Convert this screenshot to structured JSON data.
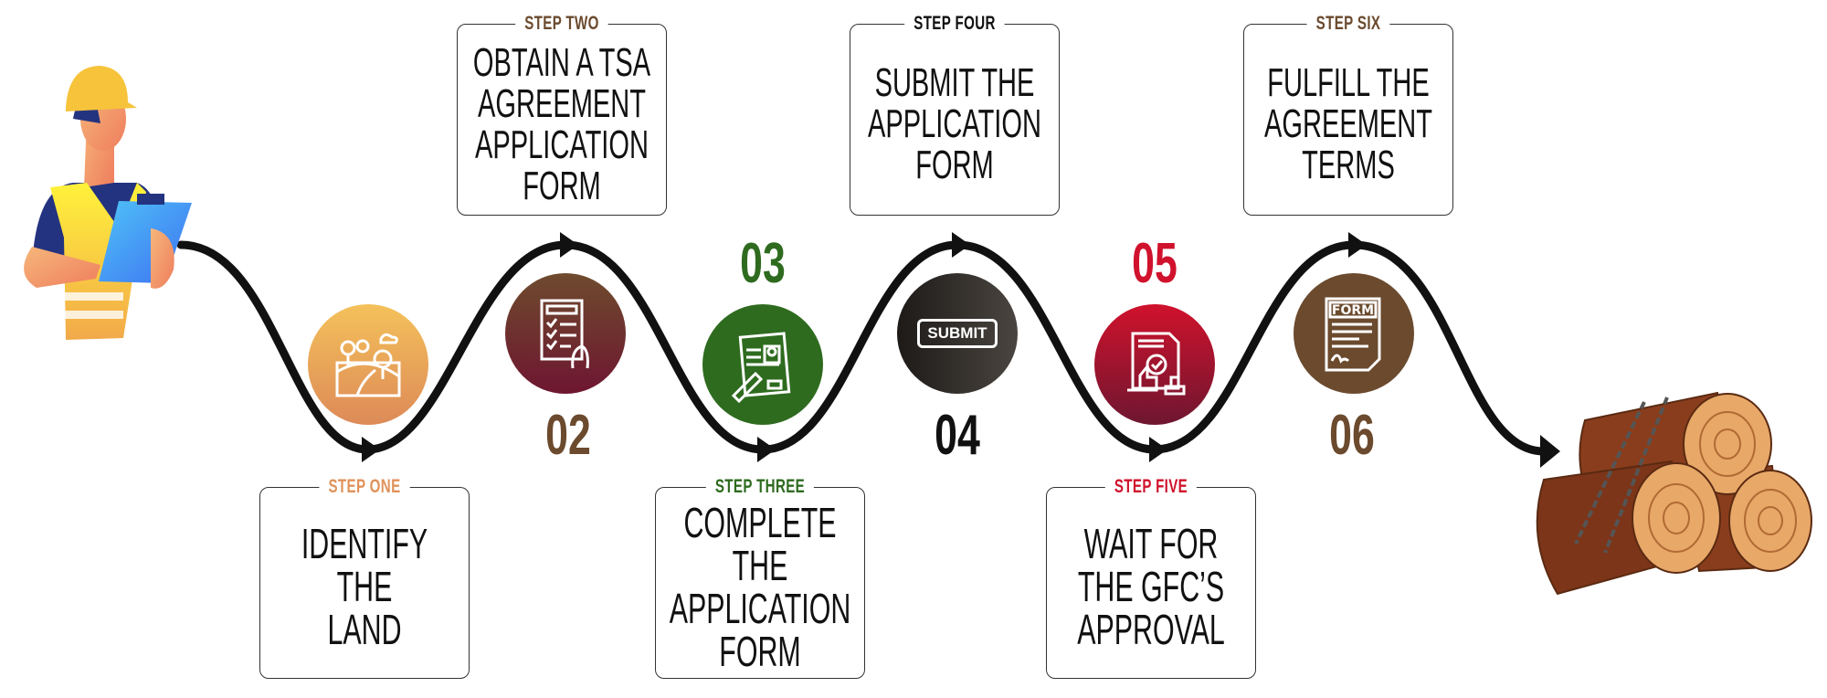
{
  "steps": [
    {
      "label": "STEP ONE",
      "text": "IDENTIFY\nTHE\nLAND",
      "number": "",
      "color": "#e0925a",
      "icon": "landscape-icon"
    },
    {
      "label": "STEP TWO",
      "text": "OBTAIN A TSA\nAGREEMENT\nAPPLICATION\nFORM",
      "number": "02",
      "color": "#6b4a2e",
      "icon": "checklist-icon"
    },
    {
      "label": "STEP THREE",
      "text": "COMPLETE\nTHE\nAPPLICATION\nFORM",
      "number": "03",
      "color": "#2e6b1f",
      "icon": "application-form-icon"
    },
    {
      "label": "STEP FOUR",
      "text": "SUBMIT THE\nAPPLICATION\nFORM",
      "number": "04",
      "color": "#111111",
      "icon": "submit-button-icon"
    },
    {
      "label": "STEP FIVE",
      "text": "WAIT FOR\nTHE GFC’S\nAPPROVAL",
      "number": "05",
      "color": "#d0122c",
      "icon": "approval-stamp-icon"
    },
    {
      "label": "STEP SIX",
      "text": "FULFILL THE\nAGREEMENT\nTERMS",
      "number": "06",
      "color": "#6b4a2e",
      "icon": "form-document-icon"
    }
  ],
  "icon_text": {
    "submit": "SUBMIT",
    "form": "FORM"
  }
}
